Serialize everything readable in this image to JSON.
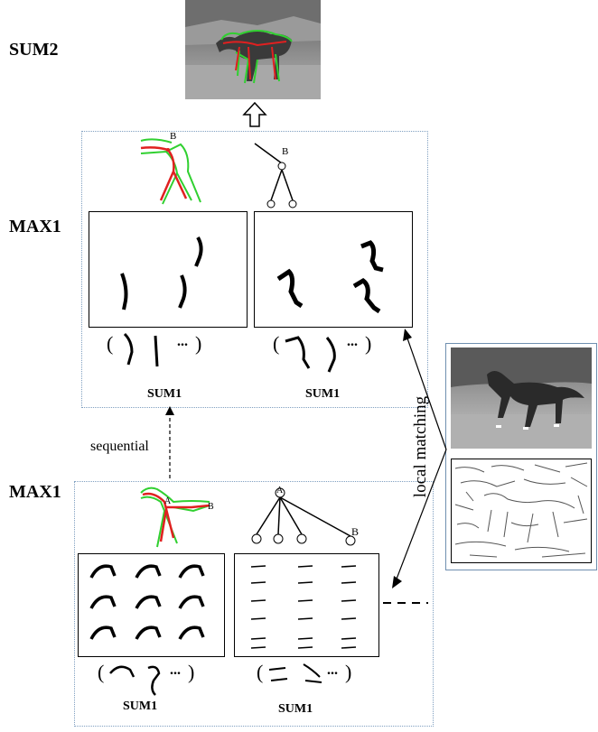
{
  "labels": {
    "sum2": "SUM2",
    "max1_upper": "MAX1",
    "max1_lower": "MAX1",
    "sum1_upper_left": "SUM1",
    "sum1_upper_right": "SUM1",
    "sum1_lower_left": "SUM1",
    "sum1_lower_right": "SUM1",
    "sequential": "sequential",
    "local_matching": "local matching",
    "node_b_upper": "B",
    "node_b_lower": "B",
    "node_a_lower": "A",
    "node_a_horse": "A",
    "node_b_horse_upper": "B",
    "node_b_horse_lower": "B"
  },
  "ellipsis": "...",
  "paren_open": "(",
  "paren_close": ")",
  "colors": {
    "frame": "#7f9fc0",
    "skeleton_red": "#e02020",
    "outline_green": "#30d030",
    "ink": "#000000"
  }
}
